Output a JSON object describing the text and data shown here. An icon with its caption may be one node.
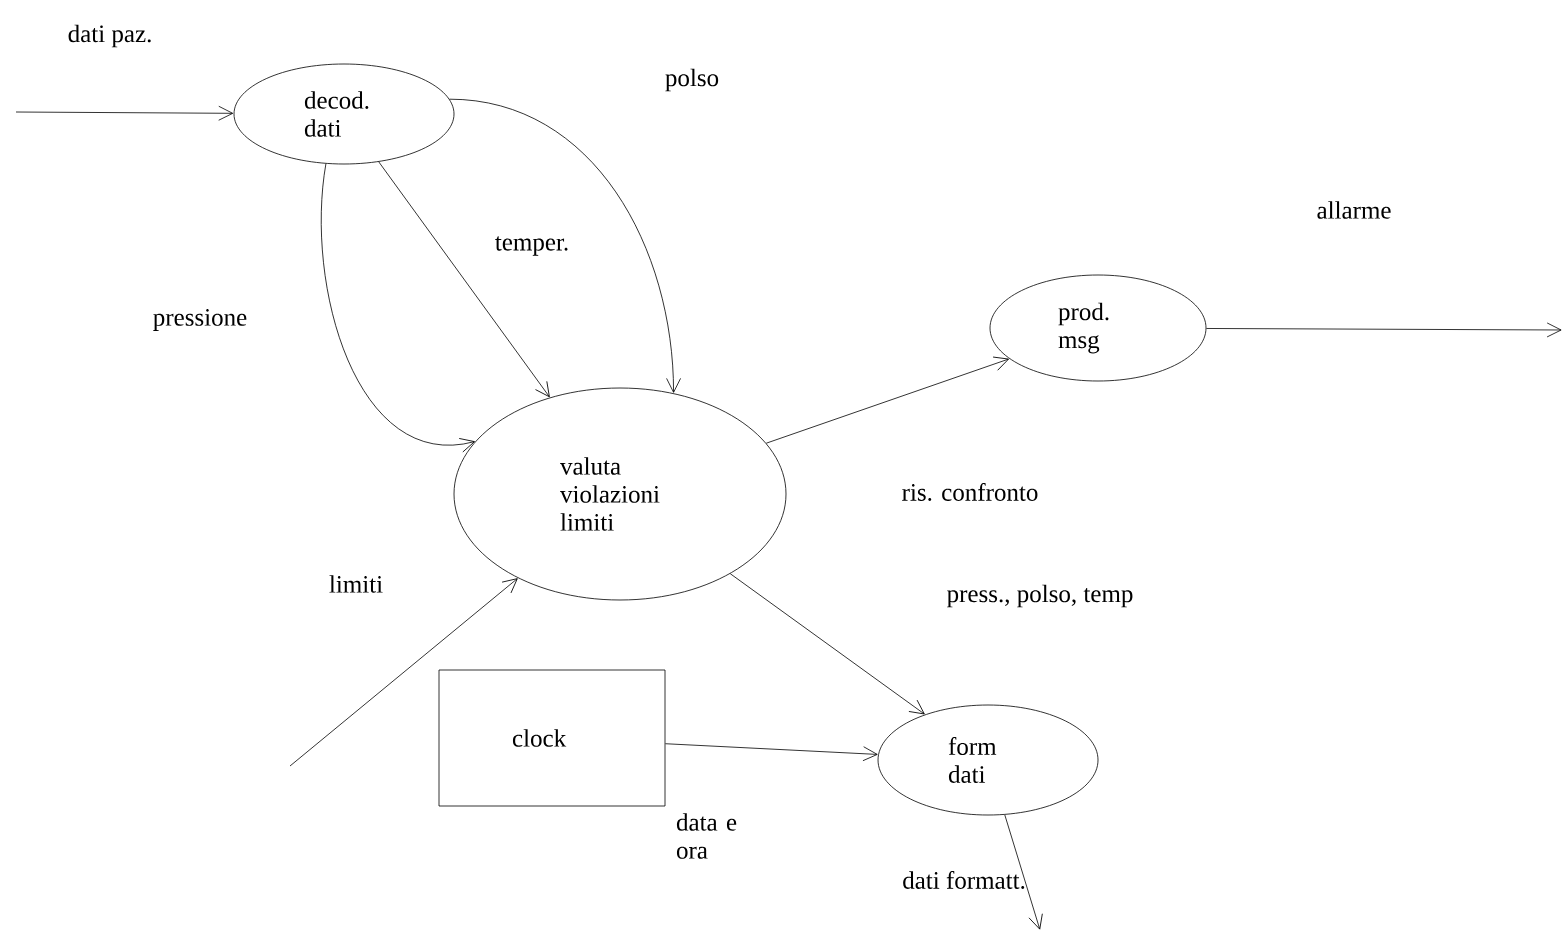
{
  "diagram": {
    "nodes": [
      {
        "text": [
          "decod. dati"
        ]
      },
      {
        "text": [
          "valuta violazioni limiti"
        ]
      },
      {
        "text": [
          "prod. msg"
        ]
      },
      {
        "text": [
          "clock"
        ]
      },
      {
        "text": [
          "form dati"
        ]
      }
    ],
    "edges": [
      {
        "from": null,
        "to": 0,
        "arrow": "to",
        "label": "dati paz."
      },
      {
        "from": 0,
        "to": 1,
        "arrow": "to",
        "label": "pressione"
      },
      {
        "from": 0,
        "to": 1,
        "arrow": "to",
        "label": "temper."
      },
      {
        "from": 0,
        "to": 1,
        "arrow": "to",
        "label": "polso"
      },
      {
        "from": null,
        "to": 1,
        "arrow": "to",
        "label": "limiti"
      },
      {
        "from": 1,
        "to": 2,
        "arrow": "to",
        "label": "ris. confronto"
      },
      {
        "from": 2,
        "to": null,
        "arrow": "to",
        "label": "allarme"
      },
      {
        "from": 1,
        "to": 4,
        "arrow": "to",
        "label": "press., polso, temp"
      },
      {
        "from": 3,
        "to": 4,
        "arrow": "to",
        "label": "data e ora"
      },
      {
        "from": 4,
        "to": null,
        "arrow": "to",
        "label": "dati formatt."
      }
    ]
  }
}
